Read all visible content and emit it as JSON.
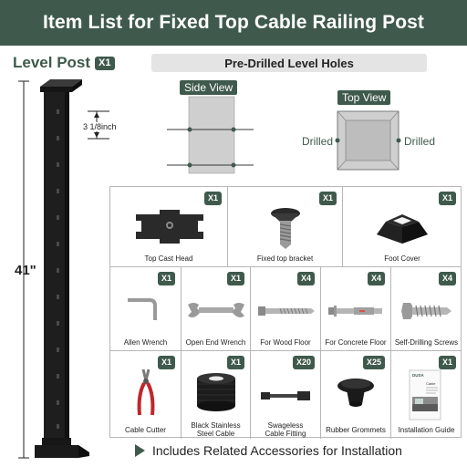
{
  "header": {
    "title": "Item List for Fixed Top Cable Railing Post"
  },
  "level_post": {
    "label": "Level Post",
    "qty": "X1",
    "height": "41\"",
    "hole_spacing": "3 1/8inch"
  },
  "holes": {
    "title": "Pre-Drilled Level Holes",
    "side_view": "Side View",
    "top_view": "Top View",
    "drilled_left": "Drilled",
    "drilled_right": "Drilled"
  },
  "items": [
    {
      "label": "Top Cast Head",
      "qty": "X1",
      "icon": "cast-head-icon"
    },
    {
      "label": "Fixed top bracket",
      "qty": "X1",
      "icon": "bolt-icon"
    },
    {
      "label": "Foot Cover",
      "qty": "X1",
      "icon": "foot-cover-icon"
    },
    {
      "label": "Allen Wrench",
      "qty": "X1",
      "icon": "allen-wrench-icon"
    },
    {
      "label": "Open End Wrench",
      "qty": "X1",
      "icon": "wrench-icon"
    },
    {
      "label": "For Wood Floor",
      "qty": "X4",
      "icon": "lag-screw-icon"
    },
    {
      "label": "For Concrete Floor",
      "qty": "X4",
      "icon": "anchor-bolt-icon"
    },
    {
      "label": "Self-Drilling Screws",
      "qty": "X4",
      "icon": "screw-icon"
    },
    {
      "label": "Cable Cutter",
      "qty": "X1",
      "icon": "cable-cutter-icon"
    },
    {
      "label": "Black Stainless\nSteel Cable",
      "qty": "X1",
      "icon": "cable-spool-icon"
    },
    {
      "label": "Swageless\nCable Fitting",
      "qty": "X20",
      "icon": "cable-fitting-icon"
    },
    {
      "label": "Rubber Grommets",
      "qty": "X25",
      "icon": "grommet-icon"
    },
    {
      "label": "Installation Guide",
      "qty": "X1",
      "icon": "guide-booklet-icon"
    }
  ],
  "guide_cover_text": "DUSA\nCable",
  "footer": {
    "text": "Includes Related Accessories for Installation"
  },
  "colors": {
    "accent": "#3f5a4c",
    "post": "#1e1e1e",
    "border": "#b7b7b7"
  }
}
